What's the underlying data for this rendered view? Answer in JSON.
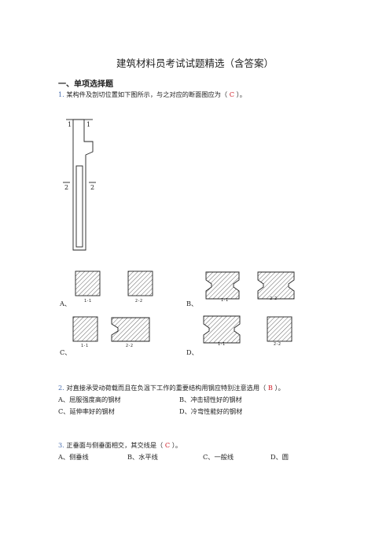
{
  "title": "建筑材料员考试试题精选（含答案）",
  "section": "一、单项选择题",
  "q1": {
    "number": "1.",
    "text_before": "某构件及剖切位置如下图所示，与之对应的断面图应为（",
    "answer": "C",
    "text_after": "）。",
    "figure_labels": {
      "cut1_left": "1",
      "cut1_right": "1",
      "cut2_left": "2",
      "cut2_right": "2"
    },
    "options": [
      {
        "label": "A、",
        "sec1": "1-1",
        "sec2": "2-2"
      },
      {
        "label": "B、",
        "sec1": "1-1",
        "sec2": "2-2"
      },
      {
        "label": "C、",
        "sec1": "1-1",
        "sec2": "2-2"
      },
      {
        "label": "D、",
        "sec1": "1-1",
        "sec2": "2-2"
      }
    ]
  },
  "q2": {
    "number": "2.",
    "text_before": "对直接承受动荷载而且在负温下工作的重要结构用钢应特别注意选用（",
    "answer": "B",
    "text_after": "）。",
    "options": [
      "A、屈服强度高的钢材",
      "B、冲击韧性好的钢材",
      "C、延伸率好的钢材",
      "D、冷弯性能好的钢材"
    ]
  },
  "q3": {
    "number": "3.",
    "text_before": "正垂面与侧垂面相交，其交线是（",
    "answer": "C",
    "text_after": "）。",
    "options": [
      "A、侧垂线",
      "B、水平线",
      "C、一般线",
      "D、圆"
    ]
  }
}
